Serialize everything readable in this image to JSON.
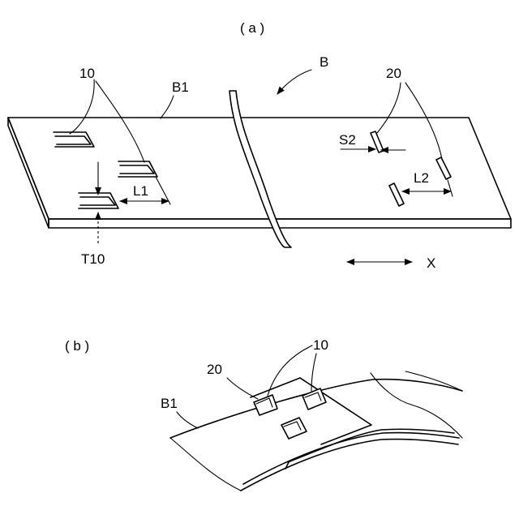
{
  "labels": {
    "panel_a": "( a )",
    "panel_b": "( b )",
    "B": "B",
    "B1_a": "B1",
    "ref10_a": "10",
    "ref20_a": "20",
    "S2": "S2",
    "L1": "L1",
    "L2": "L2",
    "T10": "T10",
    "X": "X",
    "B1_b": "B1",
    "ref20_b": "20",
    "ref10_b": "10"
  }
}
